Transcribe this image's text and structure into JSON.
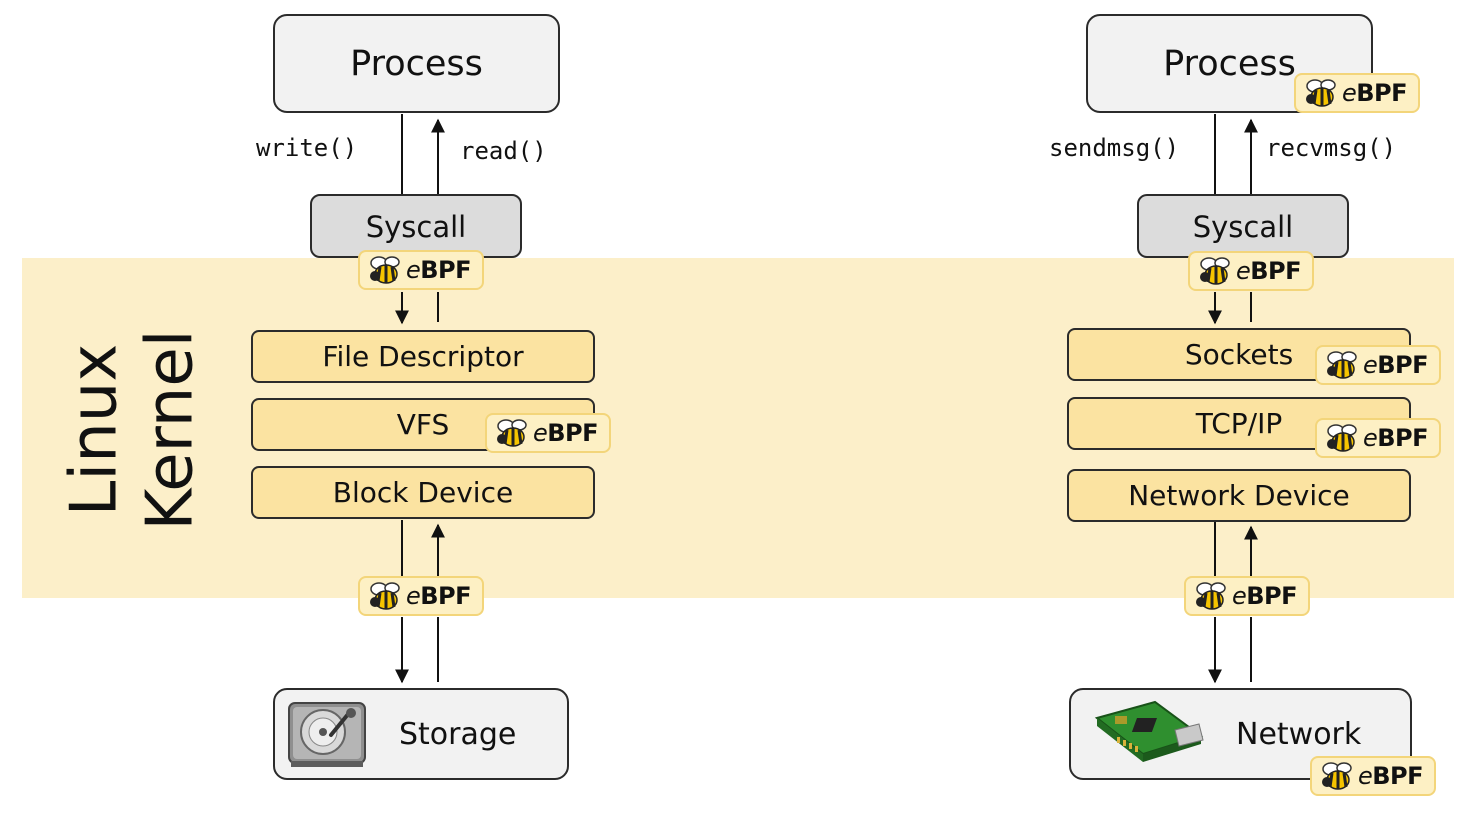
{
  "kernel_label": [
    "Linux",
    "Kernel"
  ],
  "badge_text": "eBPF",
  "left": {
    "process": "Process",
    "write_call": "write()",
    "read_call": "read()",
    "syscall": "Syscall",
    "file_descriptor": "File Descriptor",
    "vfs": "VFS",
    "block_device": "Block Device",
    "storage": "Storage"
  },
  "right": {
    "process": "Process",
    "sendmsg_call": "sendmsg()",
    "recvmsg_call": "recvmsg()",
    "syscall": "Syscall",
    "sockets": "Sockets",
    "tcpip": "TCP/IP",
    "network_device": "Network Device",
    "network": "Network"
  },
  "icons": {
    "badge": "bee-icon",
    "storage": "hard-drive-icon",
    "network": "network-card-icon"
  },
  "colors": {
    "kernel_band": "#fcefc9",
    "layer_fill": "#fbe3a1",
    "badge_fill": "#fdf0c4",
    "badge_border": "#f3d57a",
    "process_fill": "#f2f2f2",
    "syscall_fill": "#dcdcdc"
  }
}
